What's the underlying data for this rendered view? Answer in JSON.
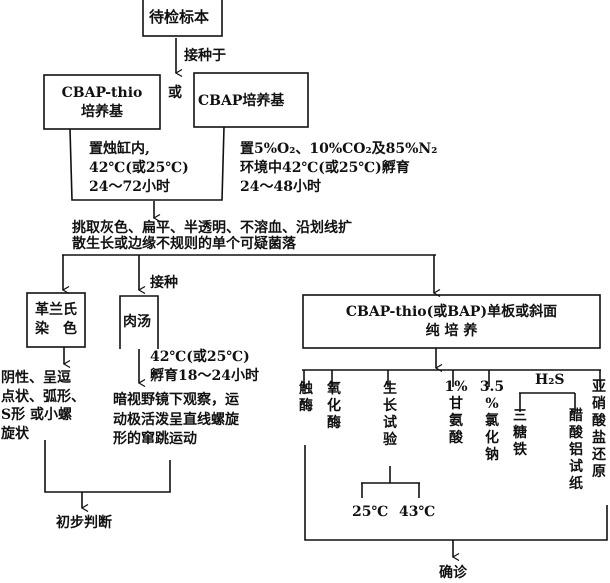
{
  "specimen": "待检标本",
  "inoculate_into": "接种于",
  "media_a": [
    "CBAP-thio",
    "培养基"
  ],
  "or": "或",
  "media_b": "CBAP培养基",
  "cond_a": [
    "置烛缸内,",
    "42℃(或25℃)",
    "24～72小时"
  ],
  "cond_b": [
    "置5%O₂、10%CO₂及85%N₂",
    "环境中42℃(或25℃)孵育",
    "24～48小时"
  ],
  "pick": [
    "挑取灰色、扁平、半透明、不溶血、沿划线扩",
    "散生长或边缘不规则的单个可疑菌落"
  ],
  "inoculate": "接种",
  "gram": [
    "革兰氏",
    "染　色"
  ],
  "broth": "肉汤",
  "broth_cond": [
    "42℃(或25℃)",
    "孵育18～24小时"
  ],
  "gram_result": [
    "阴性、呈逗",
    "点状、弧形、",
    "S形 或小螺",
    "旋状"
  ],
  "motility": [
    "暗视野镜下观察，运",
    "动极活泼呈直线螺旋",
    "形的窜跳运动"
  ],
  "preliminary": "初步判断",
  "pure_culture": [
    "CBAP-thio(或BAP)单板或斜面",
    "纯 培 养"
  ],
  "h2s": "H₂S",
  "tests": [
    {
      "id": "catalase",
      "segments": [
        "触",
        "酶"
      ]
    },
    {
      "id": "oxidase",
      "segments": [
        "氧",
        "化",
        "酶"
      ]
    },
    {
      "id": "growth",
      "segments": [
        "生",
        "长",
        "试",
        "验"
      ]
    },
    {
      "id": "glycine",
      "segments": [
        "1%",
        "甘",
        "氨",
        "酸"
      ]
    },
    {
      "id": "nacl",
      "segments": [
        "3.5",
        "%",
        "氯",
        "化",
        "钠"
      ]
    },
    {
      "id": "tsi",
      "segments": [
        "三",
        "糖",
        "铁"
      ]
    },
    {
      "id": "lead-acetate",
      "segments": [
        "醋",
        "酸",
        "铝",
        "试",
        "纸"
      ]
    },
    {
      "id": "nitrate",
      "segments": [
        "亚",
        "硝",
        "酸",
        "盐",
        "还",
        "原"
      ]
    }
  ],
  "temps": [
    "25℃",
    "43℃"
  ],
  "confirm": "确诊"
}
